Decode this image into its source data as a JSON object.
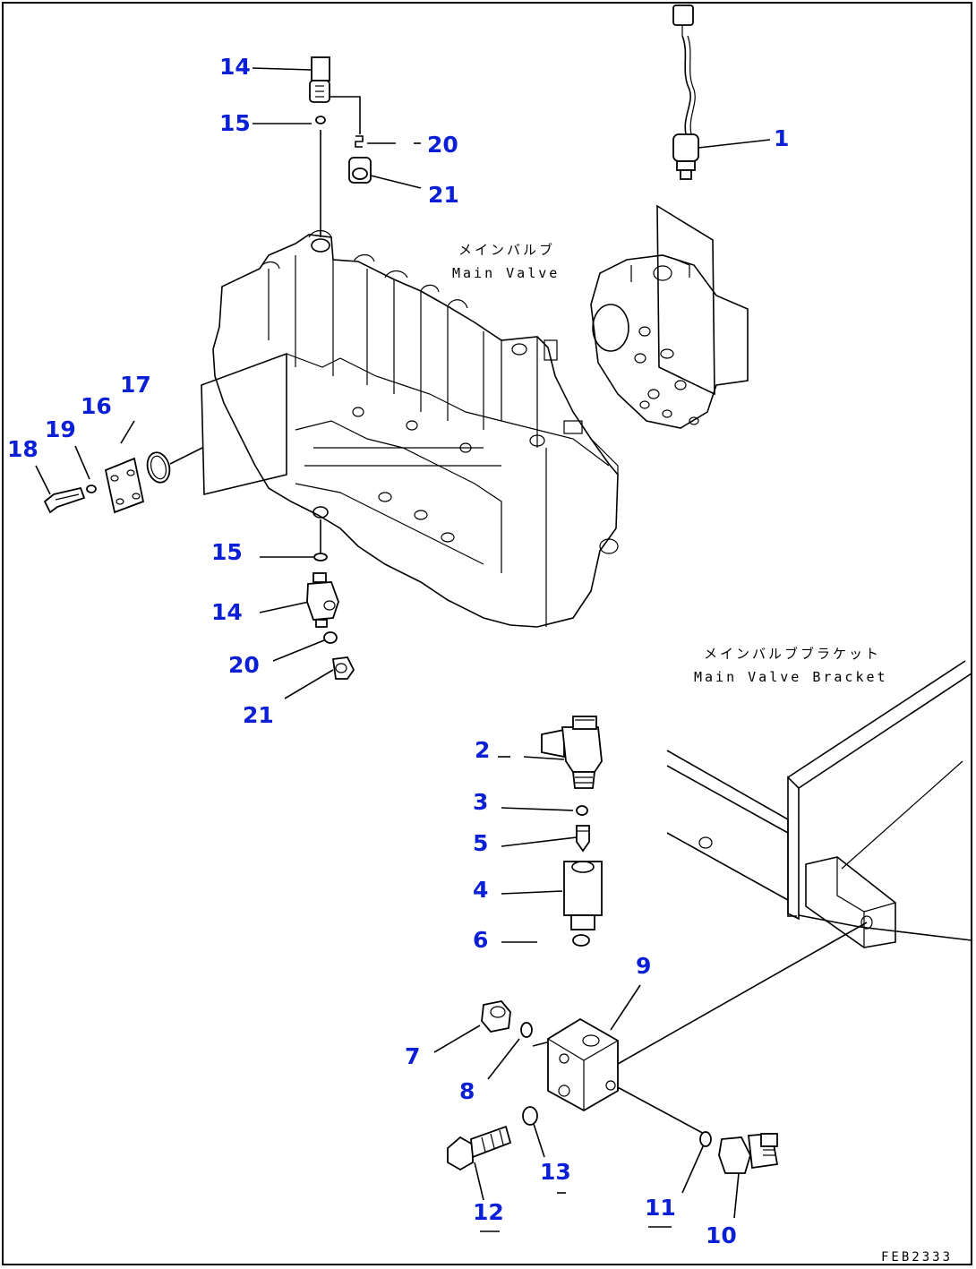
{
  "labels": {
    "main_valve_jp": "メインバルブ",
    "main_valve_en": "Main Valve",
    "bracket_jp": "メインバルブブラケット",
    "bracket_en": "Main Valve Bracket",
    "drawing_code": "FEB2333"
  },
  "callouts": {
    "c14a": "14",
    "c15a": "15",
    "c20a": "20",
    "c21a": "21",
    "c1": "1",
    "c17": "17",
    "c16": "16",
    "c19": "19",
    "c18": "18",
    "c15b": "15",
    "c14b": "14",
    "c20b": "20",
    "c21b": "21",
    "c2": "2",
    "c3": "3",
    "c5": "5",
    "c4": "4",
    "c6": "6",
    "c9": "9",
    "c7": "7",
    "c8": "8",
    "c13": "13",
    "c12": "12",
    "c11": "11",
    "c10": "10"
  },
  "colors": {
    "callout": "#0a1fd6",
    "line": "#000000"
  }
}
